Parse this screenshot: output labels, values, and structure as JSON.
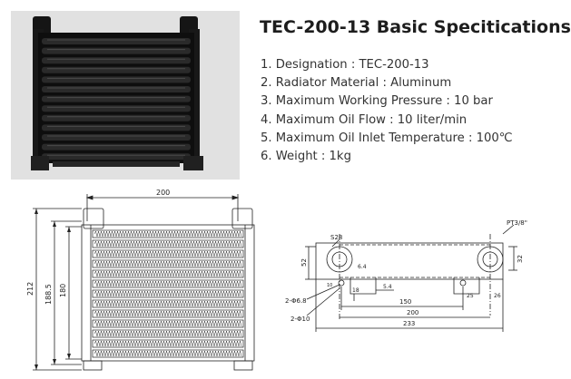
{
  "title": "TEC-200-13 Basic Specitications",
  "specs": [
    "1. Designation : TEC-200-13",
    "2. Radiator Material : Aluminum",
    "3. Maximum Working Pressure : 10 bar",
    "4. Maximum Oil Flow : 10 liter/min",
    "5. Maximum Oil Inlet Temperature : 100℃",
    "6. Weight : 1kg"
  ],
  "front_view": {
    "width_dim": "200",
    "height_total": "212",
    "height_mid": "188.5",
    "height_core": "180"
  },
  "top_view": {
    "port_left": "S28",
    "port_right": "PT3/8\"",
    "dim_52": "52",
    "dim_32": "32",
    "dim_6_4": "6.4",
    "dim_18": "18",
    "dim_5_4": "5.4",
    "dim_150": "150",
    "dim_200": "200",
    "dim_233": "233",
    "dim_25": "25",
    "dim_26": "26",
    "dim_10": "10",
    "hole_68": "2-Φ6.8",
    "hole_10": "2-Φ10"
  },
  "colors": {
    "photo_bg": "#e1e1e1",
    "radiator": "#1a1a1a",
    "line": "#222222"
  }
}
